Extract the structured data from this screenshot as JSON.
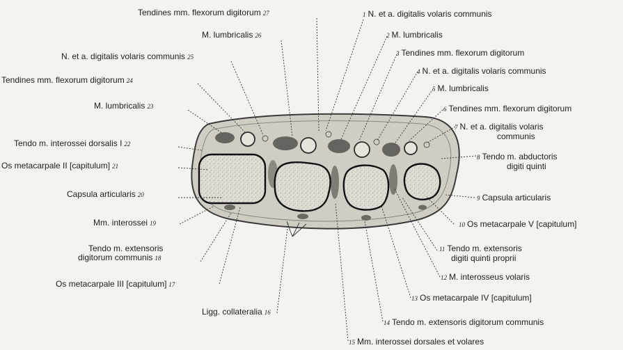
{
  "labels": {
    "l27": {
      "text": "Tendines mm. flexorum digitorum",
      "num": "27"
    },
    "l26": {
      "text": "M. lumbricalis",
      "num": "26"
    },
    "l25": {
      "text": "N. et a. digitalis volaris communis",
      "num": "25"
    },
    "l24": {
      "text": "Tendines mm. flexorum digitorum",
      "num": "24"
    },
    "l23": {
      "text": "M. lumbricalis",
      "num": "23"
    },
    "l22": {
      "text": "Tendo m. interossei dorsalis I",
      "num": "22"
    },
    "l21": {
      "text": "Os metacarpale II [capitulum]",
      "num": "21"
    },
    "l20": {
      "text": "Capsula articularis",
      "num": "20"
    },
    "l19": {
      "text": "Mm. interossei",
      "num": "19"
    },
    "l18": {
      "text": "Tendo m. extensoris",
      "text2": "digitorum communis",
      "num": "18"
    },
    "l17": {
      "text": "Os metacarpale III [capitulum]",
      "num": "17"
    },
    "l16": {
      "text": "Ligg. collateralia",
      "num": "16"
    },
    "l1": {
      "num": "1",
      "text": "N. et a. digitalis volaris communis"
    },
    "l2": {
      "num": "2",
      "text": "M. lumbricalis"
    },
    "l3": {
      "num": "3",
      "text": "Tendines mm. flexorum digitorum"
    },
    "l4": {
      "num": "4",
      "text": "N. et a. digitalis volaris communis"
    },
    "l5": {
      "num": "5",
      "text": "M. lumbricalis"
    },
    "l6": {
      "num": "6",
      "text": "Tendines mm. flexorum digitorum"
    },
    "l7": {
      "num": "7",
      "text": "N. et a. digitalis volaris",
      "text2": "communis"
    },
    "l8": {
      "num": "8",
      "text": "Tendo m. abductoris",
      "text2": "digiti quinti"
    },
    "l9": {
      "num": "9",
      "text": "Capsula articularis"
    },
    "l10": {
      "num": "10",
      "text": "Os metacarpale V [capitulum]"
    },
    "l11": {
      "num": "11",
      "text": "Tendo m. extensoris",
      "text2": "digiti quinti proprii"
    },
    "l12": {
      "num": "12",
      "text": "M. interosseus volaris"
    },
    "l13": {
      "num": "13",
      "text": "Os metacarpale IV [capitulum]"
    },
    "l14": {
      "num": "14",
      "text": "Tendo m. extensoris digitorum communis"
    },
    "l15": {
      "num": "15",
      "text": "Mm. interossei dorsales et volares"
    }
  },
  "colors": {
    "background": "#f4f3ef",
    "tissue": "#c9c7be",
    "bone": "#e2e0d8",
    "muscle": "#6e6c66",
    "outline": "#2a2a2a"
  }
}
